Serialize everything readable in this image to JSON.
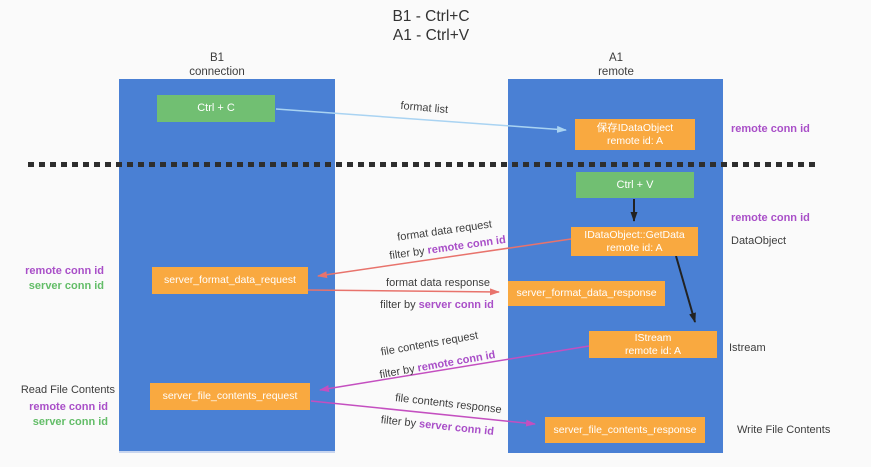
{
  "title": {
    "line1": "B1 - Ctrl+C",
    "line2": "A1 - Ctrl+V"
  },
  "lanes": {
    "left": {
      "name": "B1",
      "role": "connection"
    },
    "right": {
      "name": "A1",
      "role": "remote"
    }
  },
  "boxes": {
    "ctrl_c": {
      "label": "Ctrl + C"
    },
    "ctrl_v": {
      "label": "Ctrl + V"
    },
    "save_idataobject": {
      "line1": "保存IDataObject",
      "line2": "remote id: A"
    },
    "idataobject_getdata": {
      "line1": "IDataObject::GetData",
      "line2": "remote id: A"
    },
    "istream": {
      "line1": "IStream",
      "line2": "remote id: A"
    },
    "server_format_data_request": {
      "label": "server_format_data_request"
    },
    "server_format_data_response": {
      "label": "server_format_data_response"
    },
    "server_file_contents_request": {
      "label": "server_file_contents_request"
    },
    "server_file_contents_response": {
      "label": "server_file_contents_response"
    }
  },
  "arrows": {
    "format_list": {
      "label": "format list"
    },
    "format_data_request": {
      "label": "format data request",
      "filter_prefix": "filter by ",
      "filter_key": "remote conn id"
    },
    "format_data_response": {
      "label": "format data response",
      "filter_prefix": "filter by ",
      "filter_key": "server conn id"
    },
    "file_contents_request": {
      "label": "file contents request",
      "filter_prefix": "filter by ",
      "filter_key": "remote conn id"
    },
    "file_contents_response": {
      "label": "file contents response",
      "filter_prefix": "filter by ",
      "filter_key": "server conn id"
    }
  },
  "side_labels": {
    "right_top_remote_conn_id": "remote conn id",
    "right_mid_remote_conn_id": "remote conn id",
    "right_dataobject": "DataObject",
    "right_istream": "Istream",
    "right_write_file_contents": "Write File Contents",
    "left_mid_remote_conn_id": "remote conn id",
    "left_mid_server_conn_id": "server conn id",
    "left_read_file_contents": "Read File Contents",
    "left_bottom_remote_conn_id": "remote conn id",
    "left_bottom_server_conn_id": "server conn id"
  },
  "colors": {
    "lane_blue": "#4a80d4",
    "box_green": "#71bf72",
    "box_orange": "#f9a940",
    "arrow_blue": "#a9d3f2",
    "arrow_red": "#e8736c",
    "arrow_magenta": "#c44fc0",
    "arrow_black": "#222222",
    "label_purple": "#a94fc8",
    "label_green": "#63bd68",
    "text_dark": "#3d3d3d",
    "background": "#fafafa"
  }
}
